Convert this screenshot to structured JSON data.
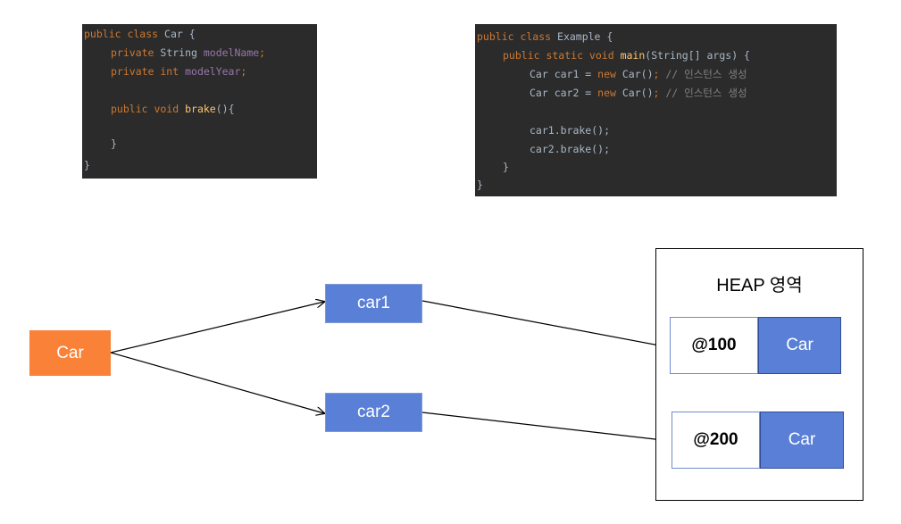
{
  "code_car": {
    "l1": {
      "kw": "public class ",
      "name": "Car",
      "rest": " {"
    },
    "l2": {
      "kw": "private ",
      "type": "String ",
      "field": "modelName",
      "rest": ";"
    },
    "l3": {
      "kw": "private int ",
      "field": "modelYear",
      "rest": ";"
    },
    "l4": {
      "kw": "public void ",
      "fn": "brake",
      "rest": "(){"
    },
    "l5": {
      "rest": "}"
    },
    "l6": {
      "rest": "}"
    }
  },
  "code_example": {
    "l1": {
      "kw": "public class ",
      "name": "Example",
      "rest": " {"
    },
    "l2": {
      "kw": "public static void ",
      "fn": "main",
      "rest": "(String[] args) {"
    },
    "l3": {
      "pre": "Car car1 = ",
      "kw": "new ",
      "mid": "Car()",
      "sc": ";",
      "comment": " // 인스턴스 생성"
    },
    "l4": {
      "pre": "Car car2 = ",
      "kw": "new ",
      "mid": "Car()",
      "sc": ";",
      "comment": " // 인스턴스 생성"
    },
    "l5": {
      "rest": "car1.brake();"
    },
    "l6": {
      "rest": "car2.brake();"
    },
    "l7": {
      "rest": "}"
    },
    "l8": {
      "rest": "}"
    }
  },
  "diagram": {
    "class_label": "Car",
    "ref1_label": "car1",
    "ref2_label": "car2",
    "heap_title": "HEAP 영역",
    "addr1": "@100",
    "obj1": "Car",
    "addr2": "@200",
    "obj2": "Car"
  },
  "colors": {
    "class_box": "#f98138",
    "reference_box": "#5a7fd6",
    "object_box": "#5a7fd6",
    "code_background": "#2b2b2b"
  }
}
